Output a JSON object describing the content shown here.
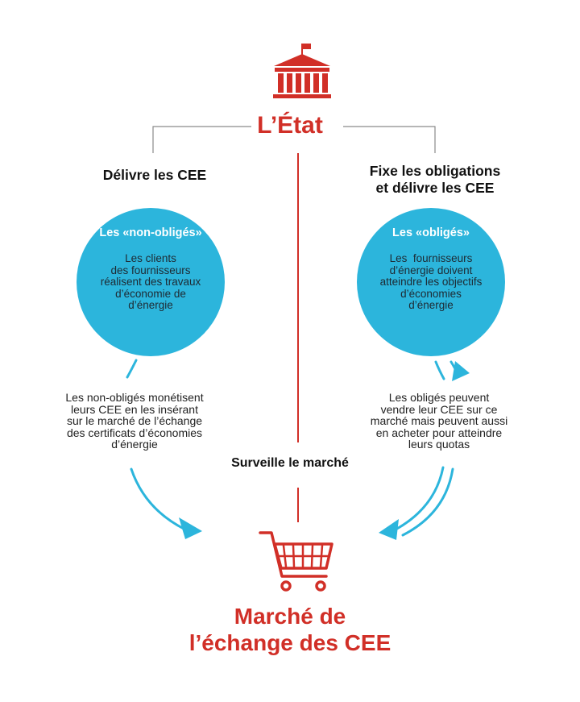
{
  "state": {
    "title": "L’État",
    "icon": "government-building-icon"
  },
  "left_branch": {
    "heading": "Délivre les CEE",
    "circle": {
      "title": "Les «non-obligés»",
      "text": [
        "Les clients",
        "des fournisseurs",
        "réalisent des travaux",
        "d’économie de",
        "d’énergie"
      ]
    },
    "flow_text": [
      "Les non-obligés monétisent",
      "leurs CEE en les insérant",
      "sur le marché de l’échange",
      "des certificats d’économies",
      "d’énergie"
    ]
  },
  "right_branch": {
    "heading": [
      "Fixe les obligations",
      "et délivre les CEE"
    ],
    "circle": {
      "title": "Les «obligés»",
      "text": [
        "Les  fournisseurs",
        "d’énergie doivent",
        "atteindre les objectifs",
        "d’économies",
        "d’énergie"
      ]
    },
    "flow_text": [
      "Les obligés peuvent",
      "vendre leur CEE sur ce",
      "marché mais peuvent aussi",
      "en acheter pour atteindre",
      "leurs quotas"
    ]
  },
  "monitor_label": "Surveille le marché",
  "market": {
    "title": [
      "Marché de",
      "l’échange des CEE"
    ],
    "icon": "shopping-cart-icon"
  },
  "colors": {
    "accent_red": "#d12f27",
    "circle_blue": "#2cb5dc",
    "arrow_blue": "#2cb5dc",
    "connector_gray": "#8a8a8a"
  }
}
